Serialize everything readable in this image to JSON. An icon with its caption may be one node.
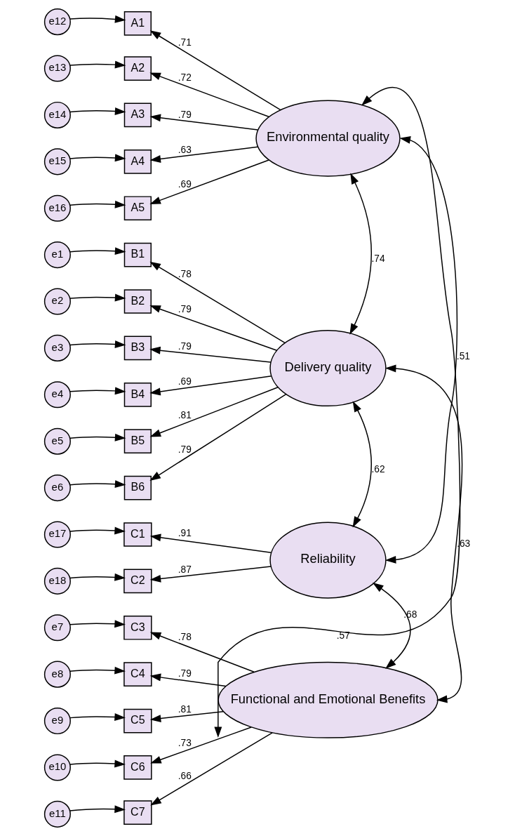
{
  "diagram": {
    "nodes": [
      {
        "text": [
          "e12"
        ]
      },
      {
        "text": [
          "A1"
        ]
      },
      {
        "text": [
          "e13"
        ]
      },
      {
        "text": [
          "A2"
        ]
      },
      {
        "text": [
          "e14"
        ]
      },
      {
        "text": [
          "A3"
        ]
      },
      {
        "text": [
          "Environmental quality"
        ]
      },
      {
        "text": [
          "e15"
        ]
      },
      {
        "text": [
          "A4"
        ]
      },
      {
        "text": [
          "e16"
        ]
      },
      {
        "text": [
          "A5"
        ]
      },
      {
        "text": [
          "e1"
        ]
      },
      {
        "text": [
          "B1"
        ]
      },
      {
        "text": [
          "e2"
        ]
      },
      {
        "text": [
          "B2"
        ]
      },
      {
        "text": [
          "e3"
        ]
      },
      {
        "text": [
          "B3"
        ]
      },
      {
        "text": [
          "e4"
        ]
      },
      {
        "text": [
          "B4"
        ]
      },
      {
        "text": [
          "Delivery quality"
        ]
      },
      {
        "text": [
          "e5"
        ]
      },
      {
        "text": [
          "B5"
        ]
      },
      {
        "text": [
          "e6"
        ]
      },
      {
        "text": [
          "B6"
        ]
      },
      {
        "text": [
          "e17"
        ]
      },
      {
        "text": [
          "C1"
        ]
      },
      {
        "text": [
          "Reliability"
        ]
      },
      {
        "text": [
          "e18"
        ]
      },
      {
        "text": [
          "C2"
        ]
      },
      {
        "text": [
          "e7"
        ]
      },
      {
        "text": [
          "C3"
        ]
      },
      {
        "text": [
          "e8"
        ]
      },
      {
        "text": [
          "C4"
        ]
      },
      {
        "text": [
          "e9"
        ]
      },
      {
        "text": [
          "C5"
        ]
      },
      {
        "text": [
          "Functional and Emotional Benefits"
        ]
      },
      {
        "text": [
          "e10"
        ]
      },
      {
        "text": [
          "C6"
        ]
      },
      {
        "text": [
          "e11"
        ]
      },
      {
        "text": [
          "C7"
        ]
      }
    ],
    "edges": [
      {
        "from": 0,
        "to": 1,
        "arrow": "to"
      },
      {
        "from": 2,
        "to": 3,
        "arrow": "to"
      },
      {
        "from": 4,
        "to": 5,
        "arrow": "to"
      },
      {
        "from": 7,
        "to": 8,
        "arrow": "to"
      },
      {
        "from": 9,
        "to": 10,
        "arrow": "to"
      },
      {
        "from": 11,
        "to": 12,
        "arrow": "to"
      },
      {
        "from": 13,
        "to": 14,
        "arrow": "to"
      },
      {
        "from": 15,
        "to": 16,
        "arrow": "to"
      },
      {
        "from": 17,
        "to": 18,
        "arrow": "to"
      },
      {
        "from": 20,
        "to": 21,
        "arrow": "to"
      },
      {
        "from": 22,
        "to": 23,
        "arrow": "to"
      },
      {
        "from": 24,
        "to": 25,
        "arrow": "to"
      },
      {
        "from": 27,
        "to": 28,
        "arrow": "to"
      },
      {
        "from": 29,
        "to": 30,
        "arrow": "to"
      },
      {
        "from": 31,
        "to": 32,
        "arrow": "to"
      },
      {
        "from": 33,
        "to": 34,
        "arrow": "to"
      },
      {
        "from": 36,
        "to": 37,
        "arrow": "to"
      },
      {
        "from": 38,
        "to": 39,
        "arrow": "to"
      },
      {
        "from": 6,
        "to": 1,
        "arrow": "to",
        "label": ".71"
      },
      {
        "from": 6,
        "to": 3,
        "arrow": "to",
        "label": ".72"
      },
      {
        "from": 6,
        "to": 5,
        "arrow": "to",
        "label": ".79"
      },
      {
        "from": 6,
        "to": 8,
        "arrow": "to",
        "label": ".63"
      },
      {
        "from": 6,
        "to": 10,
        "arrow": "to",
        "label": ".69"
      },
      {
        "from": 19,
        "to": 12,
        "arrow": "to",
        "label": ".78"
      },
      {
        "from": 19,
        "to": 14,
        "arrow": "to",
        "label": ".79"
      },
      {
        "from": 19,
        "to": 16,
        "arrow": "to",
        "label": ".79"
      },
      {
        "from": 19,
        "to": 18,
        "arrow": "to",
        "label": ".69"
      },
      {
        "from": 19,
        "to": 21,
        "arrow": "to",
        "label": ".81"
      },
      {
        "from": 19,
        "to": 23,
        "arrow": "to",
        "label": ".79"
      },
      {
        "from": 26,
        "to": 25,
        "arrow": "to",
        "label": ".91"
      },
      {
        "from": 26,
        "to": 28,
        "arrow": "to",
        "label": ".87"
      },
      {
        "from": 35,
        "to": 30,
        "arrow": "to",
        "label": ".78"
      },
      {
        "from": 35,
        "to": 32,
        "arrow": "to",
        "label": ".79"
      },
      {
        "from": 35,
        "to": 34,
        "arrow": "to",
        "label": ".81"
      },
      {
        "from": 35,
        "to": 37,
        "arrow": "to",
        "label": ".73"
      },
      {
        "from": 35,
        "to": 39,
        "arrow": "to",
        "label": ".66"
      },
      {
        "from": 6,
        "to": 19,
        "arrow": "both",
        "label": ".74"
      },
      {
        "from": 6,
        "to": 26,
        "arrow": "both",
        "label": ".51"
      },
      {
        "from": 6,
        "to": 35,
        "arrow": "both",
        "label": ".57"
      },
      {
        "from": 19,
        "to": 26,
        "arrow": "both",
        "label": ".62"
      },
      {
        "from": 19,
        "to": 35,
        "arrow": "both",
        "label": ".63"
      },
      {
        "from": 26,
        "to": 35,
        "arrow": "both",
        "label": ".68"
      }
    ]
  }
}
